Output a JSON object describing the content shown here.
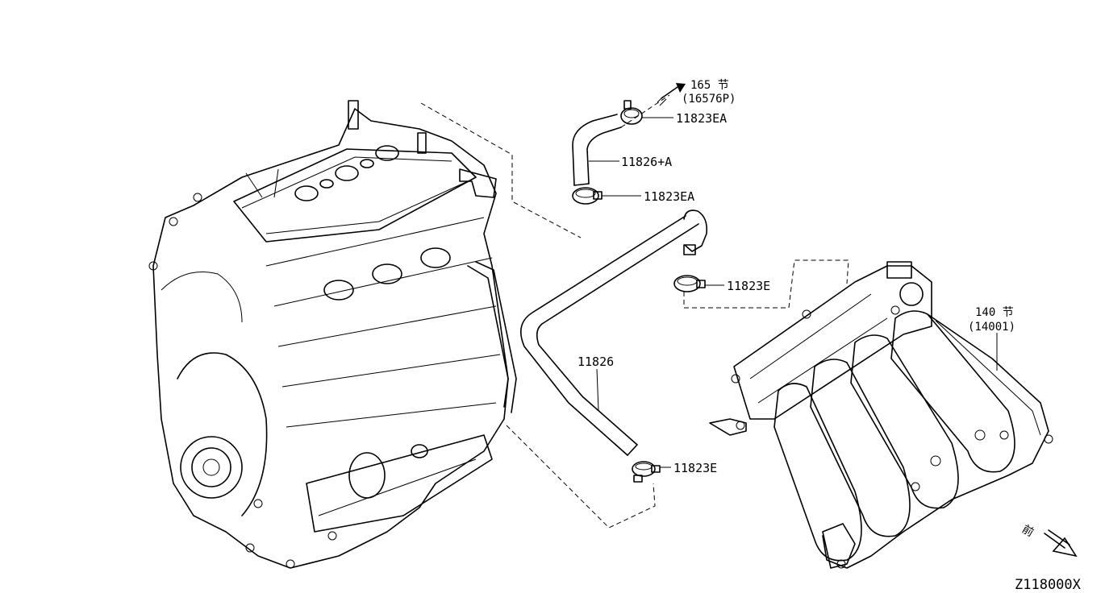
{
  "labels": {
    "ref_165": "165 节",
    "ref_16576p": "(16576P)",
    "clamp_top": "11823EA",
    "hose_upper": "11826+A",
    "clamp_mid": "11823EA",
    "clamp_right": "11823E",
    "hose_long": "11826",
    "clamp_bottom": "11823E",
    "ref_140": "140 节",
    "ref_14001": "(14001)",
    "front_mark": "前",
    "diagram_code": "Z118000X"
  }
}
